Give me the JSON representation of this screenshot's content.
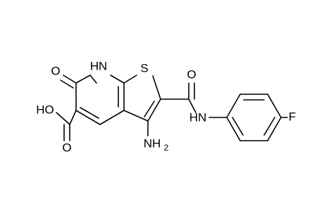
{
  "atoms": {
    "nh_ring": "H",
    "nh_ring_n": "N",
    "sulfur": "S",
    "ring_oxo": "O",
    "acid_oh": "HO",
    "acid_o": "O",
    "amino_n": "NH",
    "amino_sub": "2",
    "amide_o": "O",
    "amide_hn": "HN",
    "fluorine": "F"
  }
}
